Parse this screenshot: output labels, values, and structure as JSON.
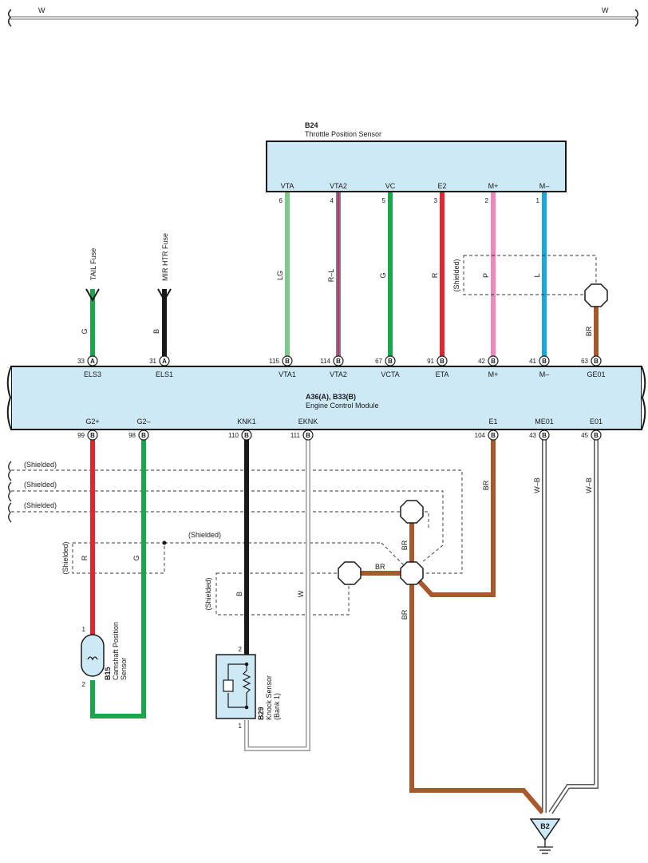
{
  "top_bus": {
    "left_label": "W",
    "right_label": "W"
  },
  "tps": {
    "code": "B24",
    "name": "Throttle Position Sensor",
    "pins": [
      {
        "term": "VTA",
        "pin": "6",
        "wire": "LG",
        "color": "#7fc98a"
      },
      {
        "term": "VTA2",
        "pin": "4",
        "wire": "R–L",
        "color": "#d44"
      },
      {
        "term": "VC",
        "pin": "5",
        "wire": "G",
        "color": "#1aa64a"
      },
      {
        "term": "E2",
        "pin": "3",
        "wire": "R",
        "color": "#e3262d"
      },
      {
        "term": "M+",
        "pin": "2",
        "wire": "P",
        "color": "#ef86bd"
      },
      {
        "term": "M–",
        "pin": "1",
        "wire": "L",
        "color": "#19a7df"
      }
    ]
  },
  "fuses": [
    {
      "name": "TAIL Fuse",
      "wire": "G"
    },
    {
      "name": "MIR HTR Fuse",
      "wire": "B"
    }
  ],
  "ecm": {
    "code": "A36(A), B33(B)",
    "name": "Engine Control Module",
    "top_pins": [
      {
        "pin": "33",
        "conn": "A",
        "term": "ELS3"
      },
      {
        "pin": "31",
        "conn": "A",
        "term": "ELS1"
      },
      {
        "pin": "115",
        "conn": "B",
        "term": "VTA1"
      },
      {
        "pin": "114",
        "conn": "B",
        "term": "VTA2"
      },
      {
        "pin": "67",
        "conn": "B",
        "term": "VCTA"
      },
      {
        "pin": "91",
        "conn": "B",
        "term": "ETA"
      },
      {
        "pin": "42",
        "conn": "B",
        "term": "M+"
      },
      {
        "pin": "41",
        "conn": "B",
        "term": "M–"
      },
      {
        "pin": "63",
        "conn": "B",
        "term": "GE01"
      }
    ],
    "bottom_pins": [
      {
        "pin": "99",
        "conn": "B",
        "term": "G2+"
      },
      {
        "pin": "98",
        "conn": "B",
        "term": "G2–"
      },
      {
        "pin": "110",
        "conn": "B",
        "term": "KNK1"
      },
      {
        "pin": "111",
        "conn": "B",
        "term": "EKNK"
      },
      {
        "pin": "104",
        "conn": "B",
        "term": "E1"
      },
      {
        "pin": "43",
        "conn": "B",
        "term": "ME01"
      },
      {
        "pin": "45",
        "conn": "B",
        "term": "E01"
      }
    ]
  },
  "labels": {
    "shielded": "(Shielded)",
    "wire_br": "BR",
    "wire_r": "R",
    "wire_g": "G",
    "wire_b": "B",
    "wire_w": "W",
    "wire_wb": "W–B"
  },
  "cam_sensor": {
    "code": "B15",
    "name_line1": "Camshaft Position",
    "name_line2": "Sensor",
    "pin_top": "1",
    "pin_bottom": "2"
  },
  "knock_sensor": {
    "code": "B29",
    "name_line1": "Knock Sensor",
    "name_line2": "(Bank 1)",
    "pin_top": "2",
    "pin_bottom": "1"
  },
  "ground": {
    "code": "B2"
  },
  "colors": {
    "panel_fill": "#cde9f6",
    "brown": "#a8582b",
    "green": "#1aa64a",
    "red": "#e3262d",
    "black": "#1a1a1a",
    "pink": "#ef86bd",
    "blue": "#19a7df",
    "light_green": "#7fc98a"
  }
}
